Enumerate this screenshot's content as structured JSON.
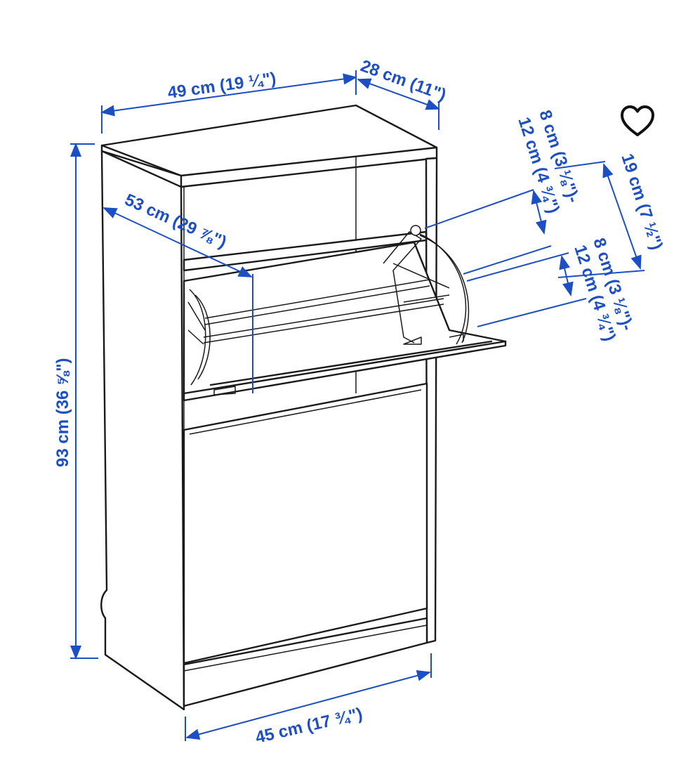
{
  "diagram": {
    "dimensions": {
      "width_top": "49 cm (19 ¼\")",
      "depth_top": "28 cm (11\")",
      "height_total": "93 cm (36 ⅝\")",
      "depth_open_flap": "53 cm (29 ⅞\")",
      "upper_compartment_a": "8 cm (3 ⅛\")-",
      "upper_compartment_b": "12 cm (4 ¾\")",
      "compartment_height": "19 cm (7 ½\")",
      "lower_compartment_a": "8 cm (3 ⅛\")-",
      "lower_compartment_b": "12 cm (4 ¾\")",
      "width_bottom": "45 cm (17 ¾\")"
    },
    "colors": {
      "dimension": "#1d4fc4",
      "line_art": "#1a1a1a"
    }
  },
  "favorite": {
    "icon": "heart-icon"
  }
}
